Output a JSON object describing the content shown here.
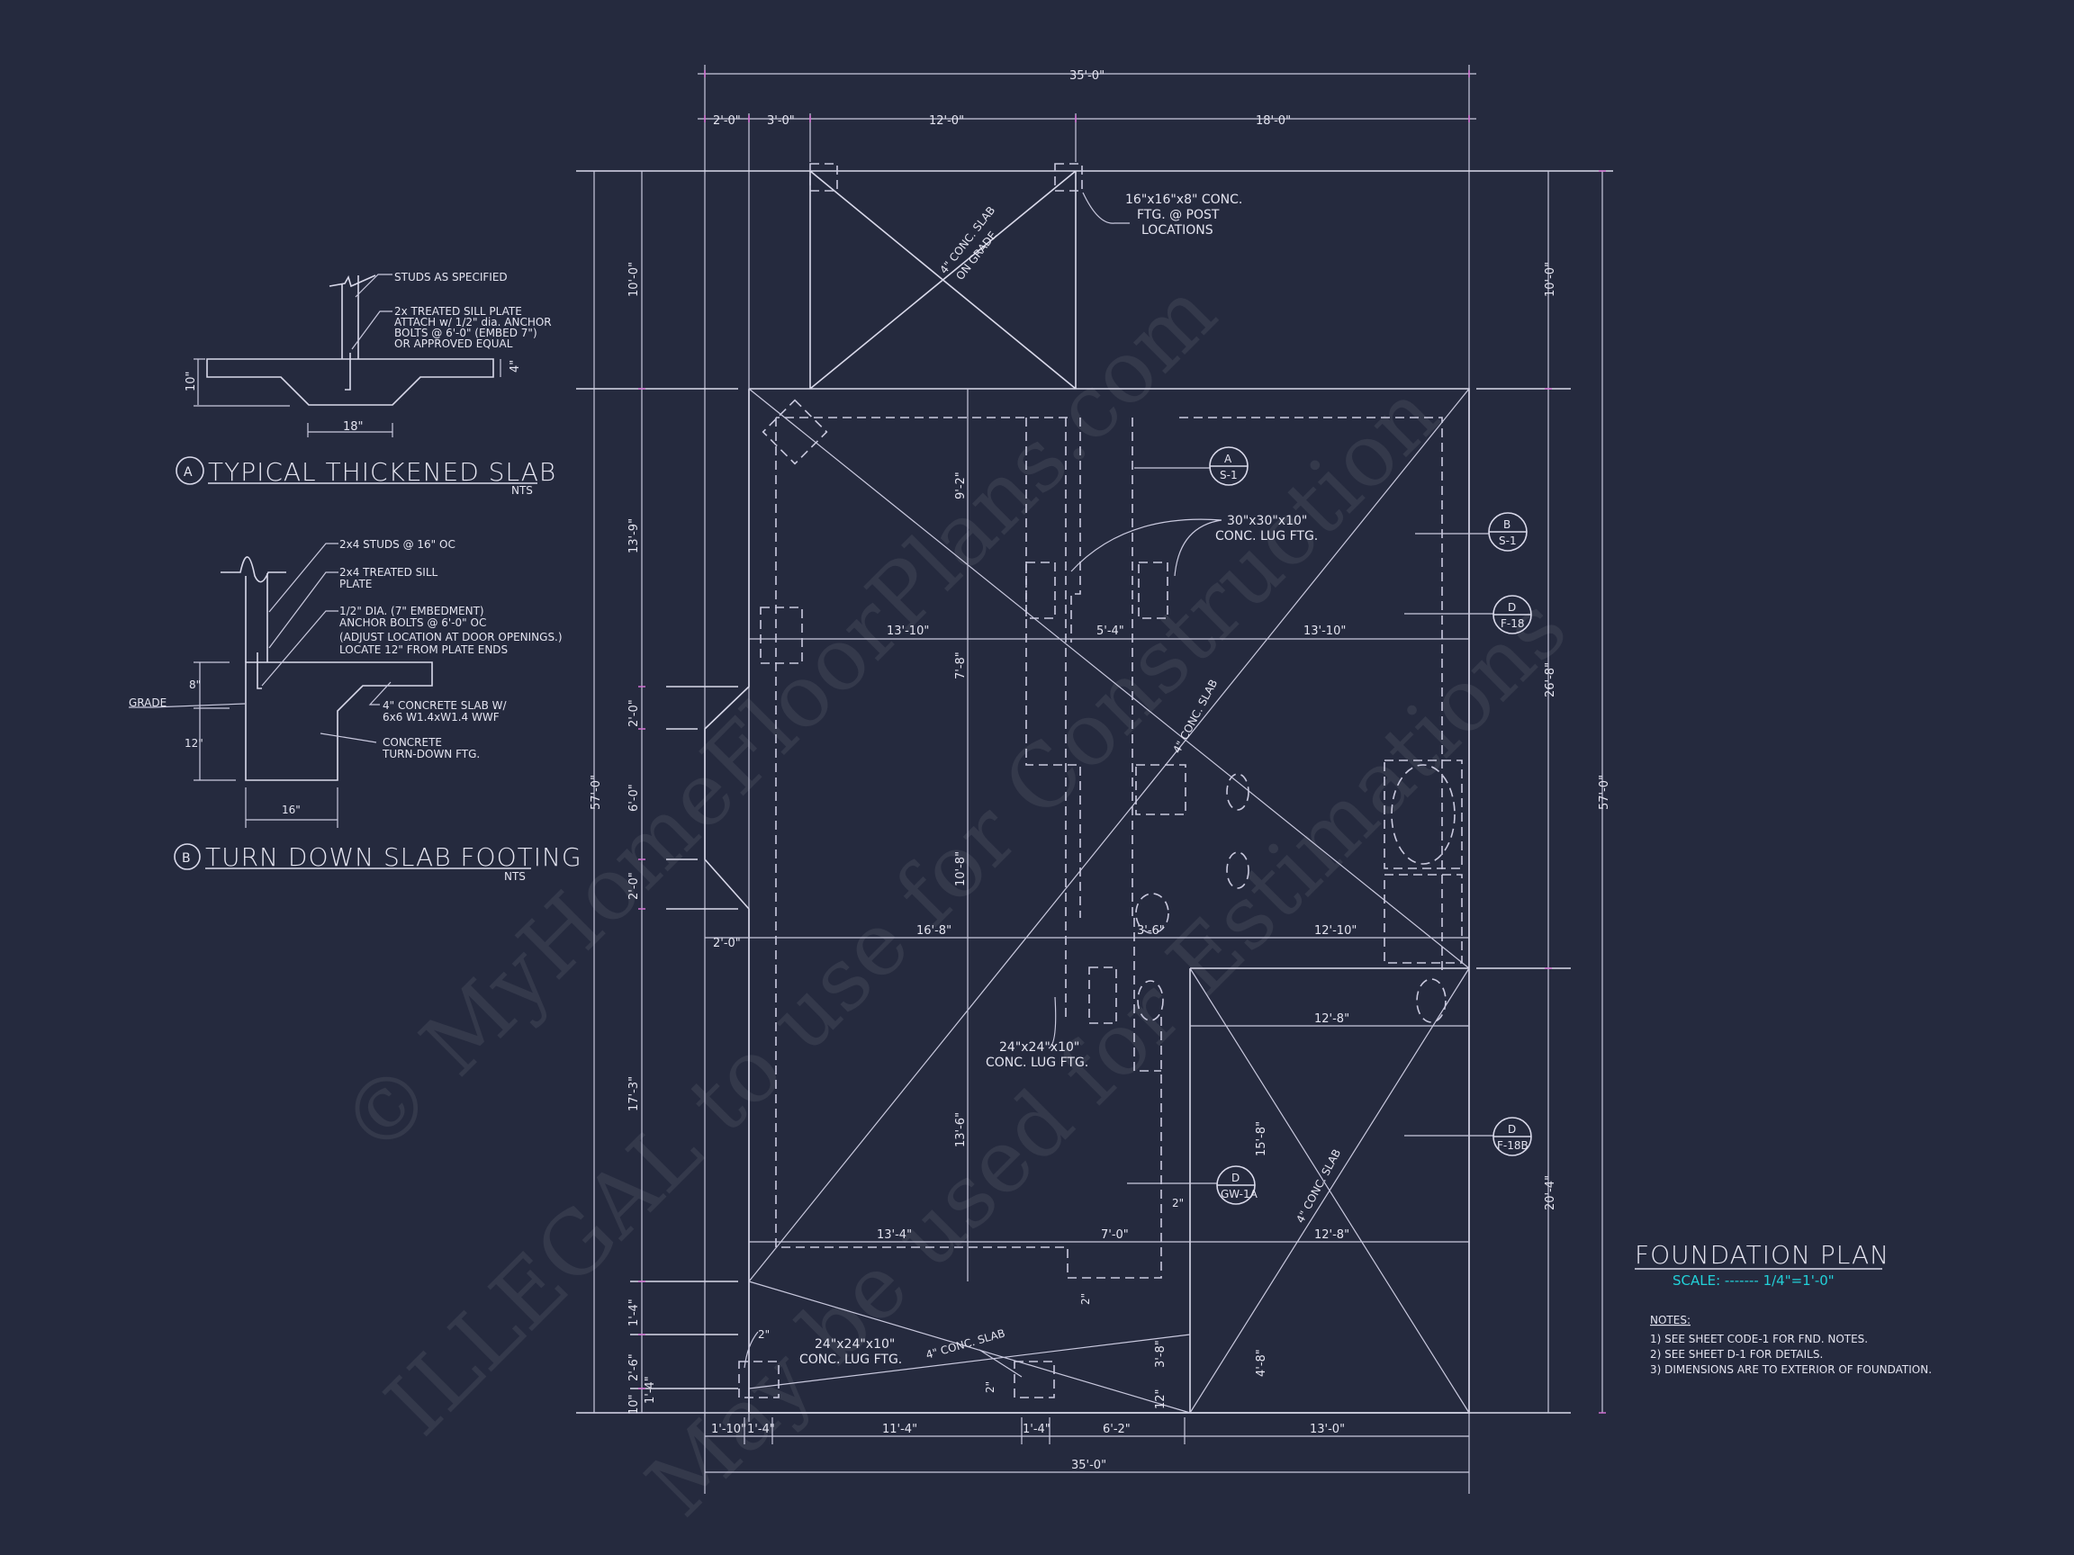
{
  "detail_a": {
    "tag": "A",
    "title": "TYPICAL THICKENED SLAB",
    "nts": "NTS",
    "notes": [
      "STUDS AS SPECIFIED",
      "2x  TREATED SILL PLATE",
      "ATTACH w/ 1/2\" dia. ANCHOR",
      "BOLTS @ 6'-0\" (EMBED 7\")",
      "OR APPROVED EQUAL"
    ],
    "dims": {
      "depth": "10\"",
      "slab": "4\"",
      "width": "18\""
    }
  },
  "detail_b": {
    "tag": "B",
    "title": "TURN DOWN SLAB FOOTING",
    "nts": "NTS",
    "notes": [
      "2x4 STUDS @ 16\" OC",
      "2x4 TREATED SILL",
      "PLATE",
      "1/2\" DIA. (7\" EMBEDMENT)",
      "ANCHOR BOLTS @ 6'-0\" OC",
      "(ADJUST LOCATION AT DOOR OPENINGS.)",
      "LOCATE 12\" FROM PLATE ENDS",
      "4\" CONCRETE SLAB W/",
      "6x6 W1.4xW1.4 WWF",
      "CONCRETE",
      "TURN-DOWN FTG.",
      "GRADE"
    ],
    "dims": {
      "top": "8\"",
      "bottom": "12\"",
      "width": "16\""
    }
  },
  "plan": {
    "top_dims": {
      "overall": "35'-0\"",
      "d1": "2'-0\"",
      "d2": "3'-0\"",
      "d3": "12'-0\"",
      "d4": "18'-0\""
    },
    "bottom_dims": {
      "overall": "35'-0\"",
      "d1": "1'-10\"",
      "d2": "1'-4\"",
      "d3": "11'-4\"",
      "d4": "1'-4\"",
      "d5": "6'-2\"",
      "d6": "13'-0\""
    },
    "left_dims": {
      "overall": "57'-0\"",
      "d1": "10'-0\"",
      "d2": "13'-9\"",
      "d3": "2'-0\"",
      "d4": "6'-0\"",
      "d5": "2'-0\"",
      "d6": "17'-3\"",
      "d7": "1'-4\"",
      "d8": "2'-6\"",
      "d9": "1'-4\"",
      "d10": "10\""
    },
    "right_dims": {
      "overall": "57'-0\"",
      "d1": "10'-0\"",
      "d2": "26'-8\"",
      "d3": "20'-4\""
    },
    "inner_dims": {
      "row1": [
        "13'-10\"",
        "5'-4\"",
        "13'-10\""
      ],
      "row2": [
        "2'-0\"",
        "16'-8\"",
        "3'-6\"",
        "12'-10\""
      ],
      "row3": [
        "13'-4\"",
        "7'-0\"",
        "12'-8\""
      ],
      "garage_top": "12'-8\"",
      "vert": [
        "9'-2\"",
        "7'-8\"",
        "10'-8\"",
        "13'-6\""
      ],
      "garage_vert": [
        "15'-8\"",
        "4'-8\""
      ],
      "small": [
        "2\"",
        "2\"",
        "2\"",
        "2\"",
        "3'-8\"",
        "12\""
      ]
    },
    "labels": {
      "porch_slab": [
        "4\" CONC. SLAB",
        "ON GRADE"
      ],
      "post_ftg": [
        "16\"x16\"x8\" CONC.",
        "FTG. @ POST",
        "LOCATIONS"
      ],
      "lug_30": [
        "30\"x30\"x10\"",
        "CONC. LUG FTG."
      ],
      "lug_24a": [
        "24\"x24\"x10\"",
        "CONC. LUG FTG."
      ],
      "lug_24b": [
        "24\"x24\"x10\"",
        "CONC. LUG FTG."
      ],
      "slab_main": "4\" CONC. SLAB",
      "slab_garage": "4\" CONC. SLAB",
      "slab_bottom": "4\" CONC. SLAB"
    },
    "section_tags": [
      {
        "top": "A",
        "bottom": "S-1"
      },
      {
        "top": "B",
        "bottom": "S-1"
      },
      {
        "top": "D",
        "bottom": "F-18"
      },
      {
        "top": "D",
        "bottom": "F-18B"
      },
      {
        "top": "D",
        "bottom": "GW-1A"
      }
    ]
  },
  "title_block": {
    "title": "FOUNDATION PLAN",
    "scale": "SCALE: ------- 1/4\"=1'-0\"",
    "notes_heading": "NOTES:",
    "notes": [
      "1)  SEE SHEET CODE-1 FOR FND. NOTES.",
      "2)  SEE SHEET D-1 FOR DETAILS.",
      "3)  DIMENSIONS ARE TO EXTERIOR OF FOUNDATION."
    ]
  },
  "watermark": [
    "© MyHomeFloorPlans.com",
    "ILLEGAL to use for Construction",
    "May be used for Estimations"
  ],
  "colors": {
    "background": "#252a3e",
    "line": "#d9d9ea",
    "tick": "#d070d0",
    "scale": "#22d0d8"
  }
}
